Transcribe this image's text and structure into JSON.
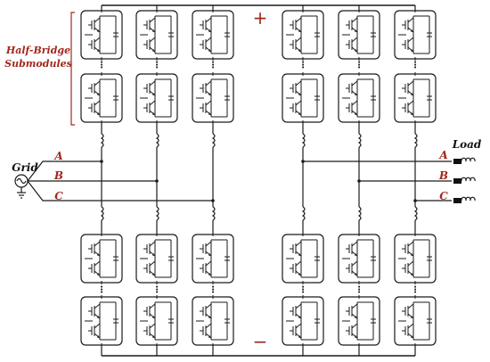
{
  "annotation": {
    "line1": "Half-Bridge",
    "line2": "Submodules"
  },
  "labels": {
    "grid": "Grid",
    "load": "Load",
    "plus": "+",
    "minus": "−"
  },
  "grid_phases": [
    "A",
    "B",
    "C"
  ],
  "load_phases": [
    "A",
    "B",
    "C"
  ],
  "colors": {
    "accent": "#a0281e",
    "line": "#1a1a1a",
    "load_terminal": "#111111"
  },
  "icons": [
    "ac-source-icon",
    "ground-icon",
    "inductor-icon",
    "igbt-switch-icon",
    "capacitor-icon"
  ]
}
